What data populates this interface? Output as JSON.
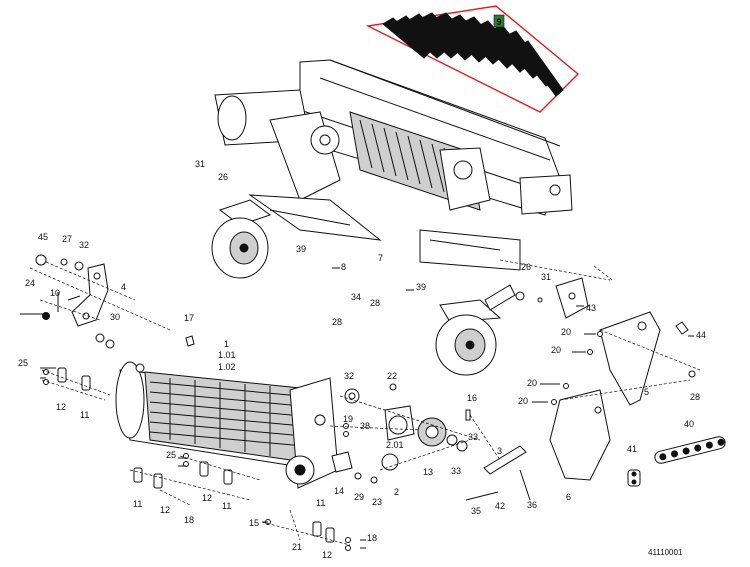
{
  "figure_number": "41110001",
  "highlight_label": "9",
  "colors": {
    "highlight": "#e21b23",
    "line": "#111111",
    "badge": "#2e7d32"
  },
  "callouts": [
    {
      "id": "c45",
      "text": "45"
    },
    {
      "id": "c27",
      "text": "27"
    },
    {
      "id": "c32a",
      "text": "32"
    },
    {
      "id": "c4",
      "text": "4"
    },
    {
      "id": "c24",
      "text": "24"
    },
    {
      "id": "c10",
      "text": "10"
    },
    {
      "id": "c30",
      "text": "30"
    },
    {
      "id": "c31a",
      "text": "31"
    },
    {
      "id": "c26a",
      "text": "26"
    },
    {
      "id": "c39a",
      "text": "39"
    },
    {
      "id": "c8",
      "text": "8"
    },
    {
      "id": "c34",
      "text": "34"
    },
    {
      "id": "c28a",
      "text": "28"
    },
    {
      "id": "c28b",
      "text": "28"
    },
    {
      "id": "c7",
      "text": "7"
    },
    {
      "id": "c39b",
      "text": "39"
    },
    {
      "id": "c26b",
      "text": "26"
    },
    {
      "id": "c31b",
      "text": "31"
    },
    {
      "id": "c43",
      "text": "43"
    },
    {
      "id": "c17",
      "text": "17"
    },
    {
      "id": "c1",
      "text": "1"
    },
    {
      "id": "c101",
      "text": "1.01"
    },
    {
      "id": "c102",
      "text": "1.02"
    },
    {
      "id": "c25a",
      "text": "25"
    },
    {
      "id": "c12a",
      "text": "12"
    },
    {
      "id": "c11a",
      "text": "11"
    },
    {
      "id": "c20a",
      "text": "20"
    },
    {
      "id": "c20b",
      "text": "20"
    },
    {
      "id": "c44",
      "text": "44"
    },
    {
      "id": "c32b",
      "text": "32"
    },
    {
      "id": "c22",
      "text": "22"
    },
    {
      "id": "c19",
      "text": "19"
    },
    {
      "id": "c38",
      "text": "38"
    },
    {
      "id": "c16",
      "text": "16"
    },
    {
      "id": "c5",
      "text": "5"
    },
    {
      "id": "c28c",
      "text": "28"
    },
    {
      "id": "c20c",
      "text": "20"
    },
    {
      "id": "c20d",
      "text": "20"
    },
    {
      "id": "c2",
      "text": "2"
    },
    {
      "id": "c201",
      "text": "2.01"
    },
    {
      "id": "c13",
      "text": "13"
    },
    {
      "id": "c33a",
      "text": "33"
    },
    {
      "id": "c33b",
      "text": "33"
    },
    {
      "id": "c3",
      "text": "3"
    },
    {
      "id": "c25b",
      "text": "25"
    },
    {
      "id": "c12b",
      "text": "12"
    },
    {
      "id": "c11b",
      "text": "11"
    },
    {
      "id": "c12c",
      "text": "12"
    },
    {
      "id": "c18a",
      "text": "18"
    },
    {
      "id": "c14",
      "text": "14"
    },
    {
      "id": "c29",
      "text": "29"
    },
    {
      "id": "c23",
      "text": "23"
    },
    {
      "id": "c42",
      "text": "42"
    },
    {
      "id": "c36",
      "text": "36"
    },
    {
      "id": "c35",
      "text": "35"
    },
    {
      "id": "c6",
      "text": "6"
    },
    {
      "id": "c41",
      "text": "41"
    },
    {
      "id": "c40",
      "text": "40"
    },
    {
      "id": "c15",
      "text": "15"
    },
    {
      "id": "c21",
      "text": "21"
    },
    {
      "id": "c11c",
      "text": "11"
    },
    {
      "id": "c12d",
      "text": "12"
    },
    {
      "id": "c18b",
      "text": "18"
    },
    {
      "id": "c11d",
      "text": "11"
    }
  ]
}
